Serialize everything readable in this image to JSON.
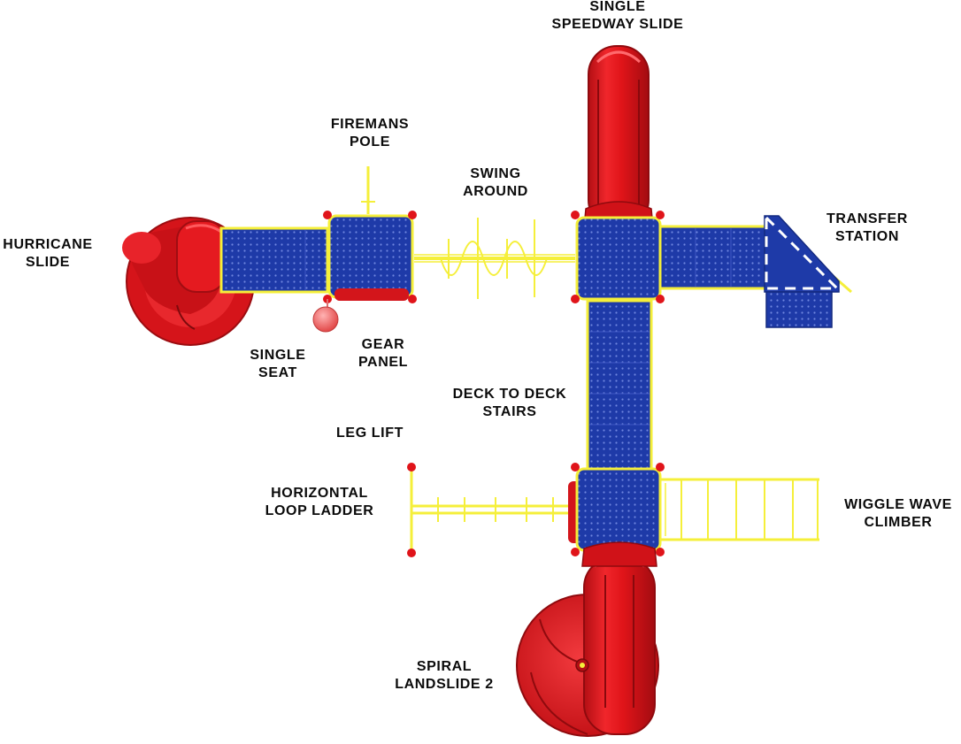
{
  "colors": {
    "deck_blue": "#1e3aa8",
    "deck_blue_dark": "#142a80",
    "slide_red": "#e0141a",
    "slide_red_dark": "#a80d12",
    "frame_yellow": "#f5ef3a",
    "label_black": "#0b0b0b",
    "seat_pink": "#f06a6a"
  },
  "labels": {
    "single_speedway_slide": [
      "SINGLE",
      "SPEEDWAY SLIDE"
    ],
    "firemans_pole": [
      "FIREMANS",
      "POLE"
    ],
    "swing_around": [
      "SWING",
      "AROUND"
    ],
    "transfer_station": [
      "TRANSFER",
      "STATION"
    ],
    "hurricane_slide": [
      "HURRICANE",
      "SLIDE"
    ],
    "single_seat": [
      "SINGLE",
      "SEAT"
    ],
    "gear_panel": [
      "GEAR",
      "PANEL"
    ],
    "deck_to_deck_stairs": [
      "DECK TO DECK",
      "STAIRS"
    ],
    "leg_lift": [
      "LEG LIFT"
    ],
    "horizontal_loop_ladder": [
      "HORIZONTAL",
      "LOOP LADDER"
    ],
    "wiggle_wave_climber": [
      "WIGGLE WAVE",
      "CLIMBER"
    ],
    "spiral_landslide_2": [
      "SPIRAL",
      "LANDSLIDE 2"
    ]
  }
}
